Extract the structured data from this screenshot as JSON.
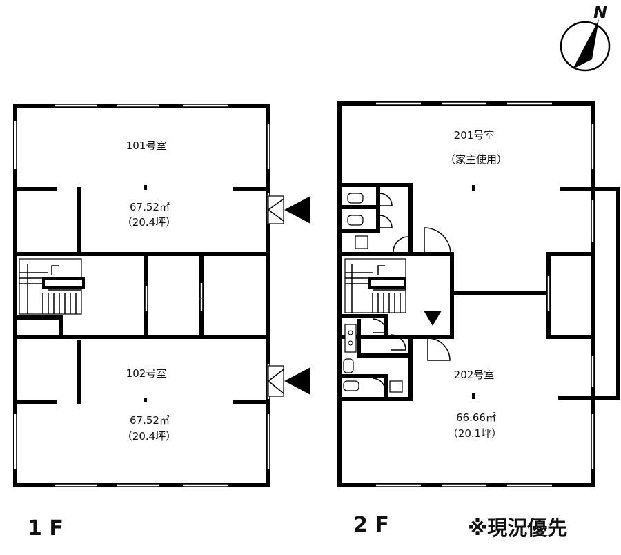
{
  "compass": {
    "label": "N"
  },
  "floor1": {
    "label": "1 F",
    "rooms": [
      {
        "name": "101号室",
        "area": "67.52㎡",
        "tsubo": "（20.4坪）"
      },
      {
        "name": "102号室",
        "area": "67.52㎡",
        "tsubo": "（20.4坪）"
      }
    ]
  },
  "floor2": {
    "label": "2 F",
    "rooms": [
      {
        "name": "201号室",
        "note": "（家主使用）"
      },
      {
        "name": "202号室",
        "area": "66.66㎡",
        "tsubo": "（20.1坪）"
      }
    ]
  },
  "footnote": "※現況優先"
}
